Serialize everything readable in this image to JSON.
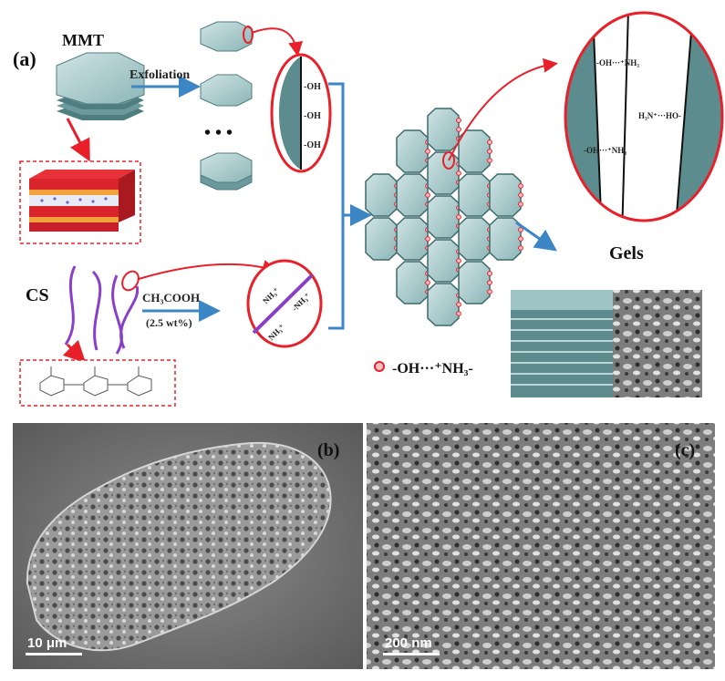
{
  "panel_a": {
    "label": "(a)",
    "mmt_label": "MMT",
    "exfoliation_label": "Exfoliation",
    "dots": "• • •",
    "oh_labels": [
      "-OH",
      "-OH",
      "-OH"
    ],
    "cs_label": "CS",
    "acid_label": "CH₃COOH",
    "acid_conc": "(2.5 wt%)",
    "nh3_labels": [
      "NH₃⁺",
      "-NH₃⁺",
      "NH₃⁺"
    ],
    "zoom_top_left": "-OH···⁺NH₃",
    "zoom_middle": "H₃N⁺···HO-",
    "zoom_bottom_left": "-OH···⁺NH₃",
    "gels_label": "Gels",
    "legend_text": "-OH···⁺NH₃-"
  },
  "panel_b": {
    "label": "(b)",
    "scale_bar": "10 μm"
  },
  "panel_c": {
    "label": "(c)",
    "scale_bar": "200 nm"
  },
  "colors": {
    "platelet": "#9fc4c6",
    "platelet_dark": "#5d8c8e",
    "highlight_red": "#e8202a",
    "arrow_blue": "#3d86c6",
    "chain_purple": "#8a3fc8",
    "sem_bg": "#6a6a6a"
  }
}
